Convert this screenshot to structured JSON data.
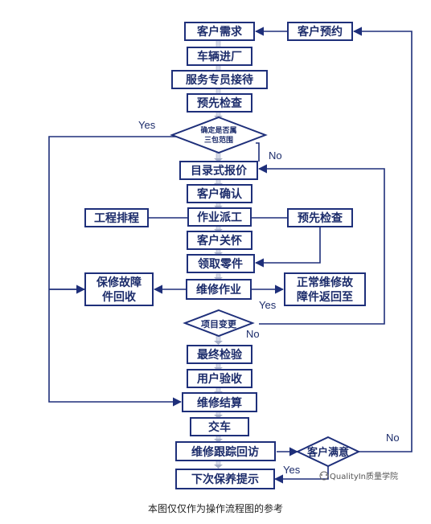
{
  "boxes": {
    "customer_need": "客户需求",
    "customer_appointment": "客户预约",
    "vehicle_entry": "车辆进厂",
    "service_reception": "服务专员接待",
    "pre_check_1": "预先检查",
    "quote": "目录式报价",
    "customer_confirm": "客户确认",
    "work_dispatch": "作业派工",
    "schedule": "工程排程",
    "pre_check_2": "预先检查",
    "customer_care": "客户关怀",
    "parts_pickup": "领取零件",
    "repair_work": "维修作业",
    "faulty_parts_line1": "保修故障",
    "faulty_parts_line2": "件回收",
    "normal_parts_line1": "正常维修故",
    "normal_parts_line2": "障件返回至",
    "final_inspection": "最终检验",
    "user_acceptance": "用户验收",
    "settlement": "维修结算",
    "delivery": "交车",
    "follow_up": "维修跟踪回访",
    "next_reminder": "下次保养提示"
  },
  "decisions": {
    "warranty_line1": "确定是否属",
    "warranty_line2": "三包范围",
    "item_change": "项目变更",
    "satisfaction": "客户满意"
  },
  "edge_labels": {
    "warranty_yes": "Yes",
    "warranty_no": "No",
    "repair_yes": "Yes",
    "change_no": "No",
    "satisfied_no": "No",
    "satisfied_yes": "Yes"
  },
  "watermark": "QualityIn质量学院",
  "caption": "本图仅仅作为操作流程图的参考"
}
